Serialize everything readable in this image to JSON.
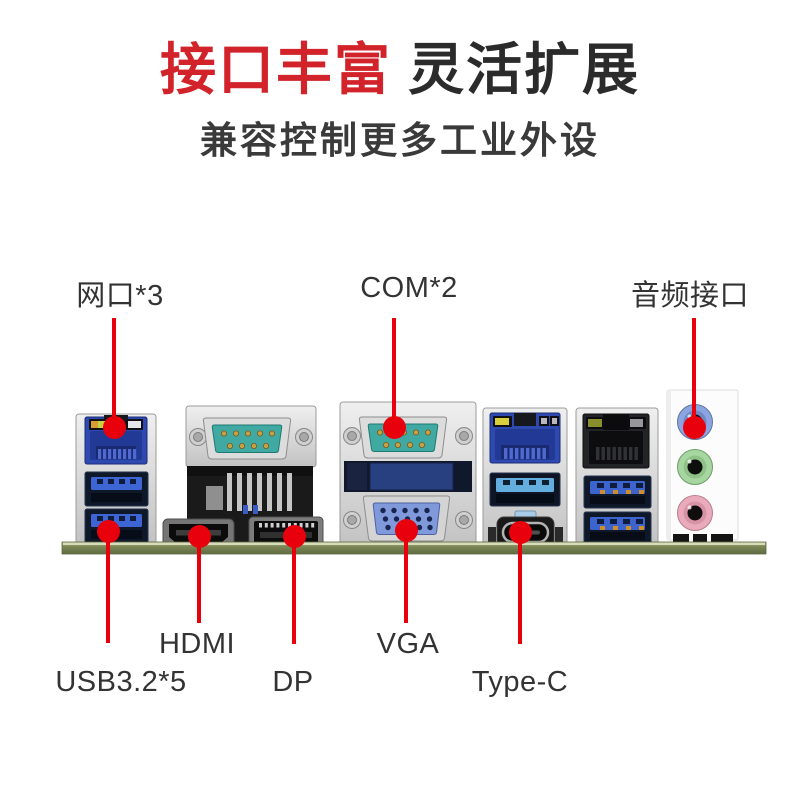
{
  "header": {
    "title_accent": "接口丰富",
    "title_rest": "灵活扩展",
    "subtitle": "兼容控制更多工业外设"
  },
  "annotations": {
    "top": [
      {
        "label": "网口*3",
        "target": "ethernet-lan-port"
      },
      {
        "label": "COM*2",
        "target": "db9-serial-com-port"
      },
      {
        "label": "音频接口",
        "target": "audio-line-in-jack"
      }
    ],
    "bottom": [
      {
        "label": "USB3.2*5",
        "target": "usb3-port"
      },
      {
        "label": "HDMI",
        "target": "hdmi-port"
      },
      {
        "label": "DP",
        "target": "displayport"
      },
      {
        "label": "VGA",
        "target": "vga-port"
      },
      {
        "label": "Type-C",
        "target": "usb-type-c-port"
      }
    ]
  },
  "ports_depicted": [
    "lan-rj45-blue",
    "usb3-x2-left",
    "com-db9-1",
    "hdmi",
    "displayport",
    "com-db9-2",
    "vga",
    "lan-rj45-blue-2",
    "usb3",
    "usb-type-c",
    "lan-rj45-black",
    "usb3-x2-right",
    "audio-line-in",
    "audio-line-out",
    "audio-mic"
  ],
  "colors": {
    "title_accent": "#d2232a",
    "title_text": "#2b2b2b",
    "annotation_red": "#e8000d",
    "label_text": "#333333",
    "pcb_green": "#76824f",
    "usb_blue": "#3d66d4",
    "lan_blue": "#2e4ab0",
    "com_teal": "#3fa9a2",
    "vga_insert_blue": "#8099da",
    "audio_line_in": "#8ba4e2",
    "audio_line_out": "#a7d7a1",
    "audio_mic": "#e9abbb"
  }
}
